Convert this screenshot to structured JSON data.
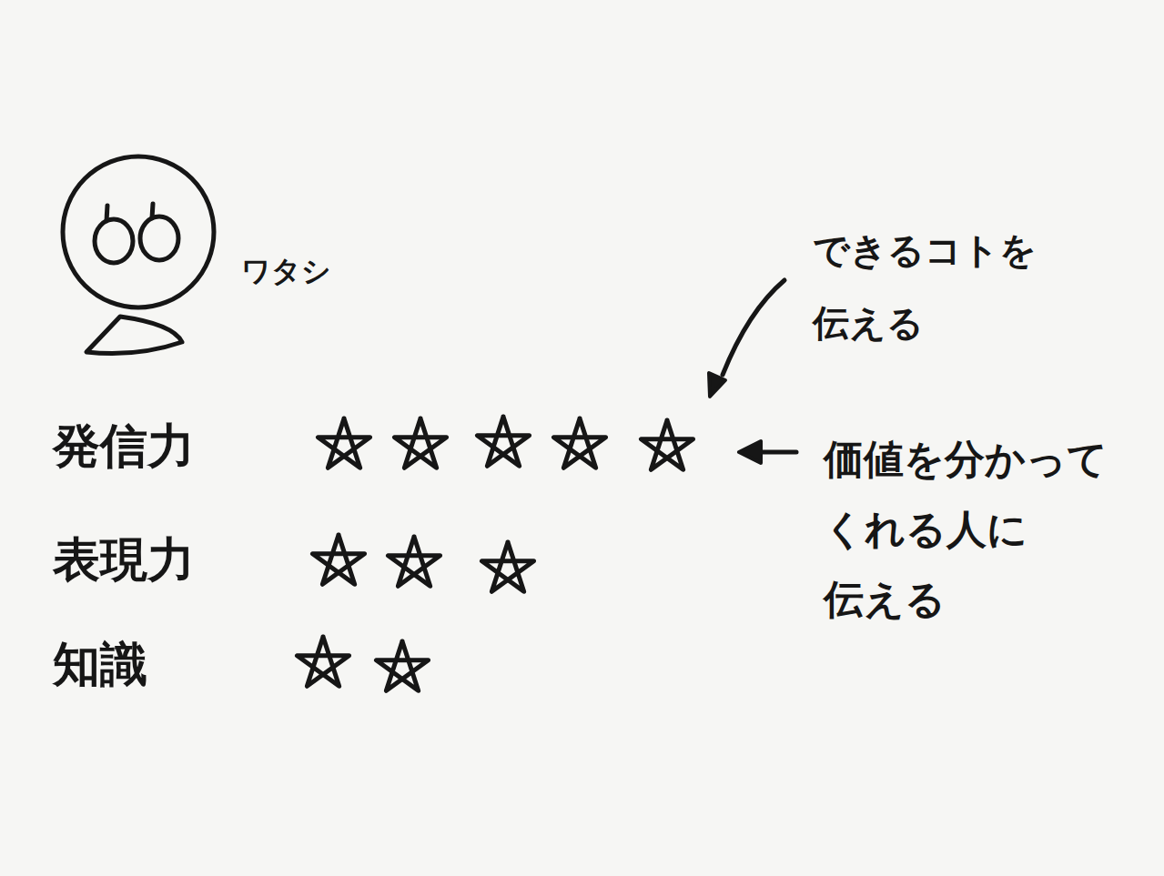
{
  "diagram": {
    "labels": [
      "ワタシ",
      "できるコトを 伝える",
      "発信力",
      "価値を分かって くれる人に 伝える",
      "表現力",
      "知識"
    ]
  }
}
